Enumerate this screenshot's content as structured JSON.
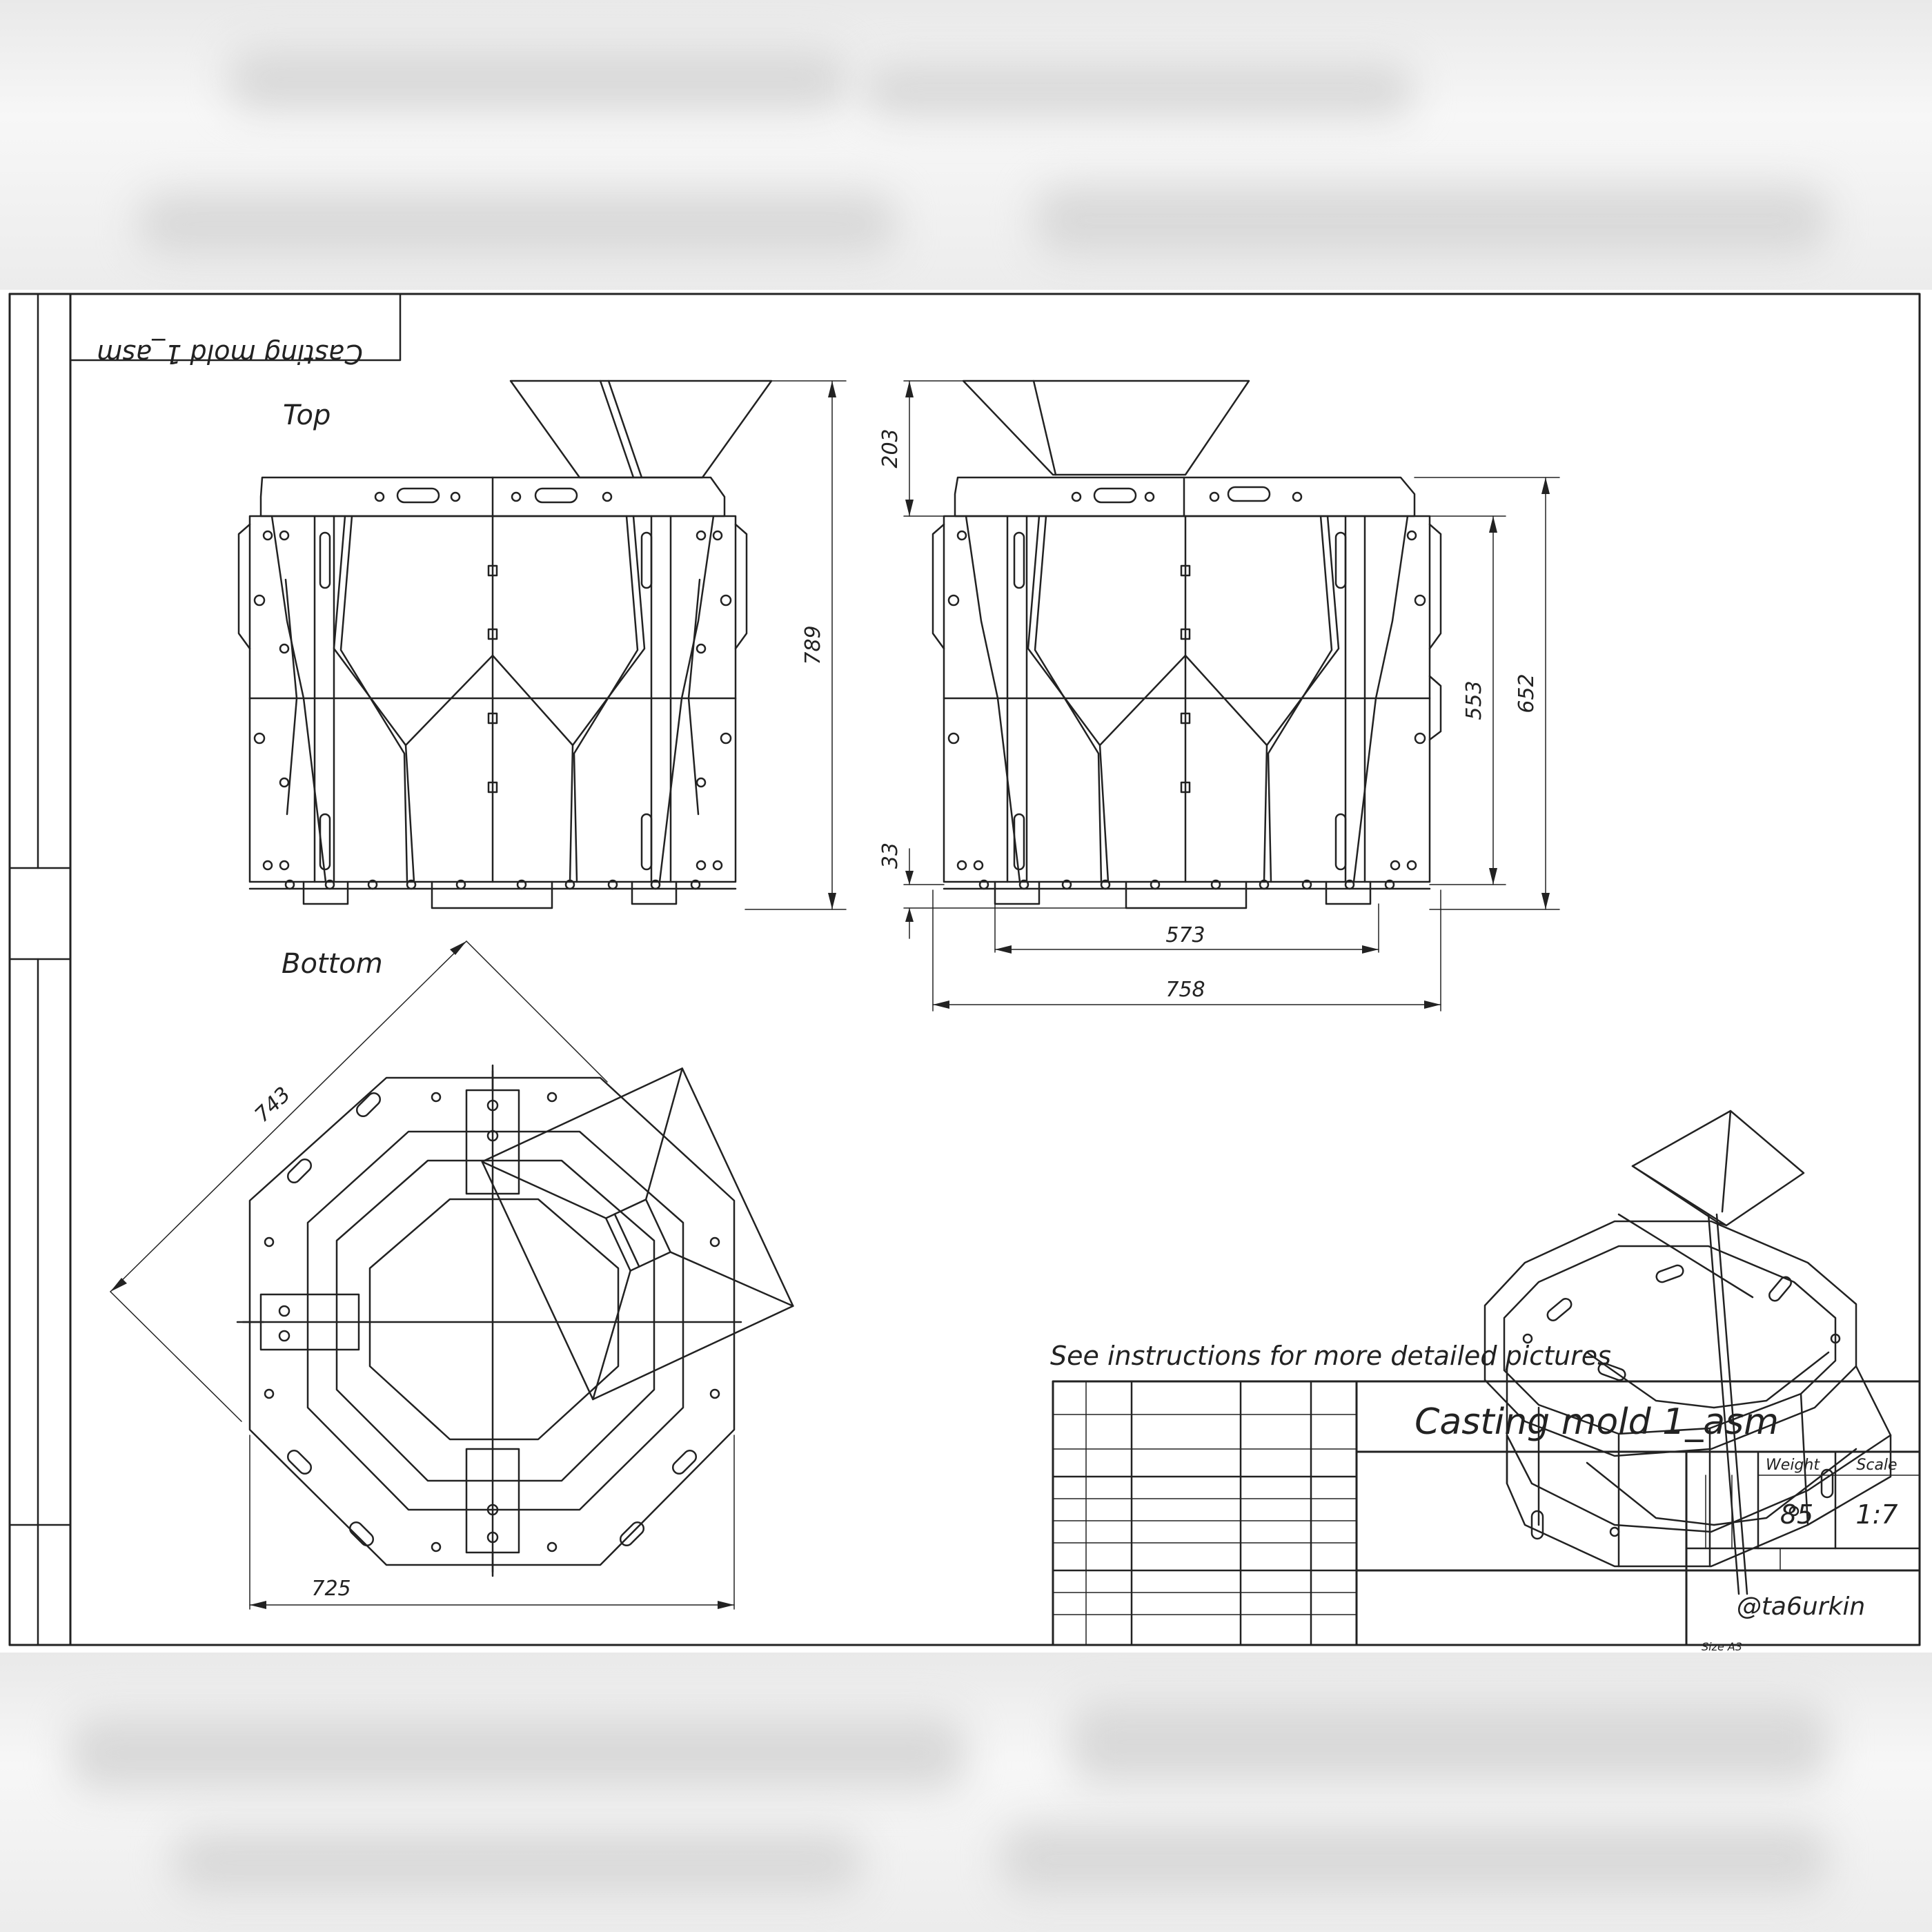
{
  "sheet": {
    "stamp_title_mirrored": "Casting mold 1_asm",
    "title": "Casting mold 1_asm",
    "note": "See instructions for more detailed pictures",
    "weight_label": "Weight",
    "weight_value": "85",
    "scale_label": "Scale",
    "scale_value": "1:7",
    "author": "@ta6urkin",
    "size_label": "Size A3"
  },
  "views": {
    "top_label": "Top",
    "bottom_label": "Bottom"
  },
  "dimensions": {
    "overall_height": "789",
    "funnel_height": "203",
    "body_height_inner": "553",
    "body_height_outer": "652",
    "base_offset": "33",
    "base_width_inner": "573",
    "base_width_outer": "758",
    "diagonal": "743",
    "across_flats": "725"
  },
  "colors": {
    "line": "#222222",
    "paper": "#ffffff",
    "background": "#eeeeee"
  }
}
